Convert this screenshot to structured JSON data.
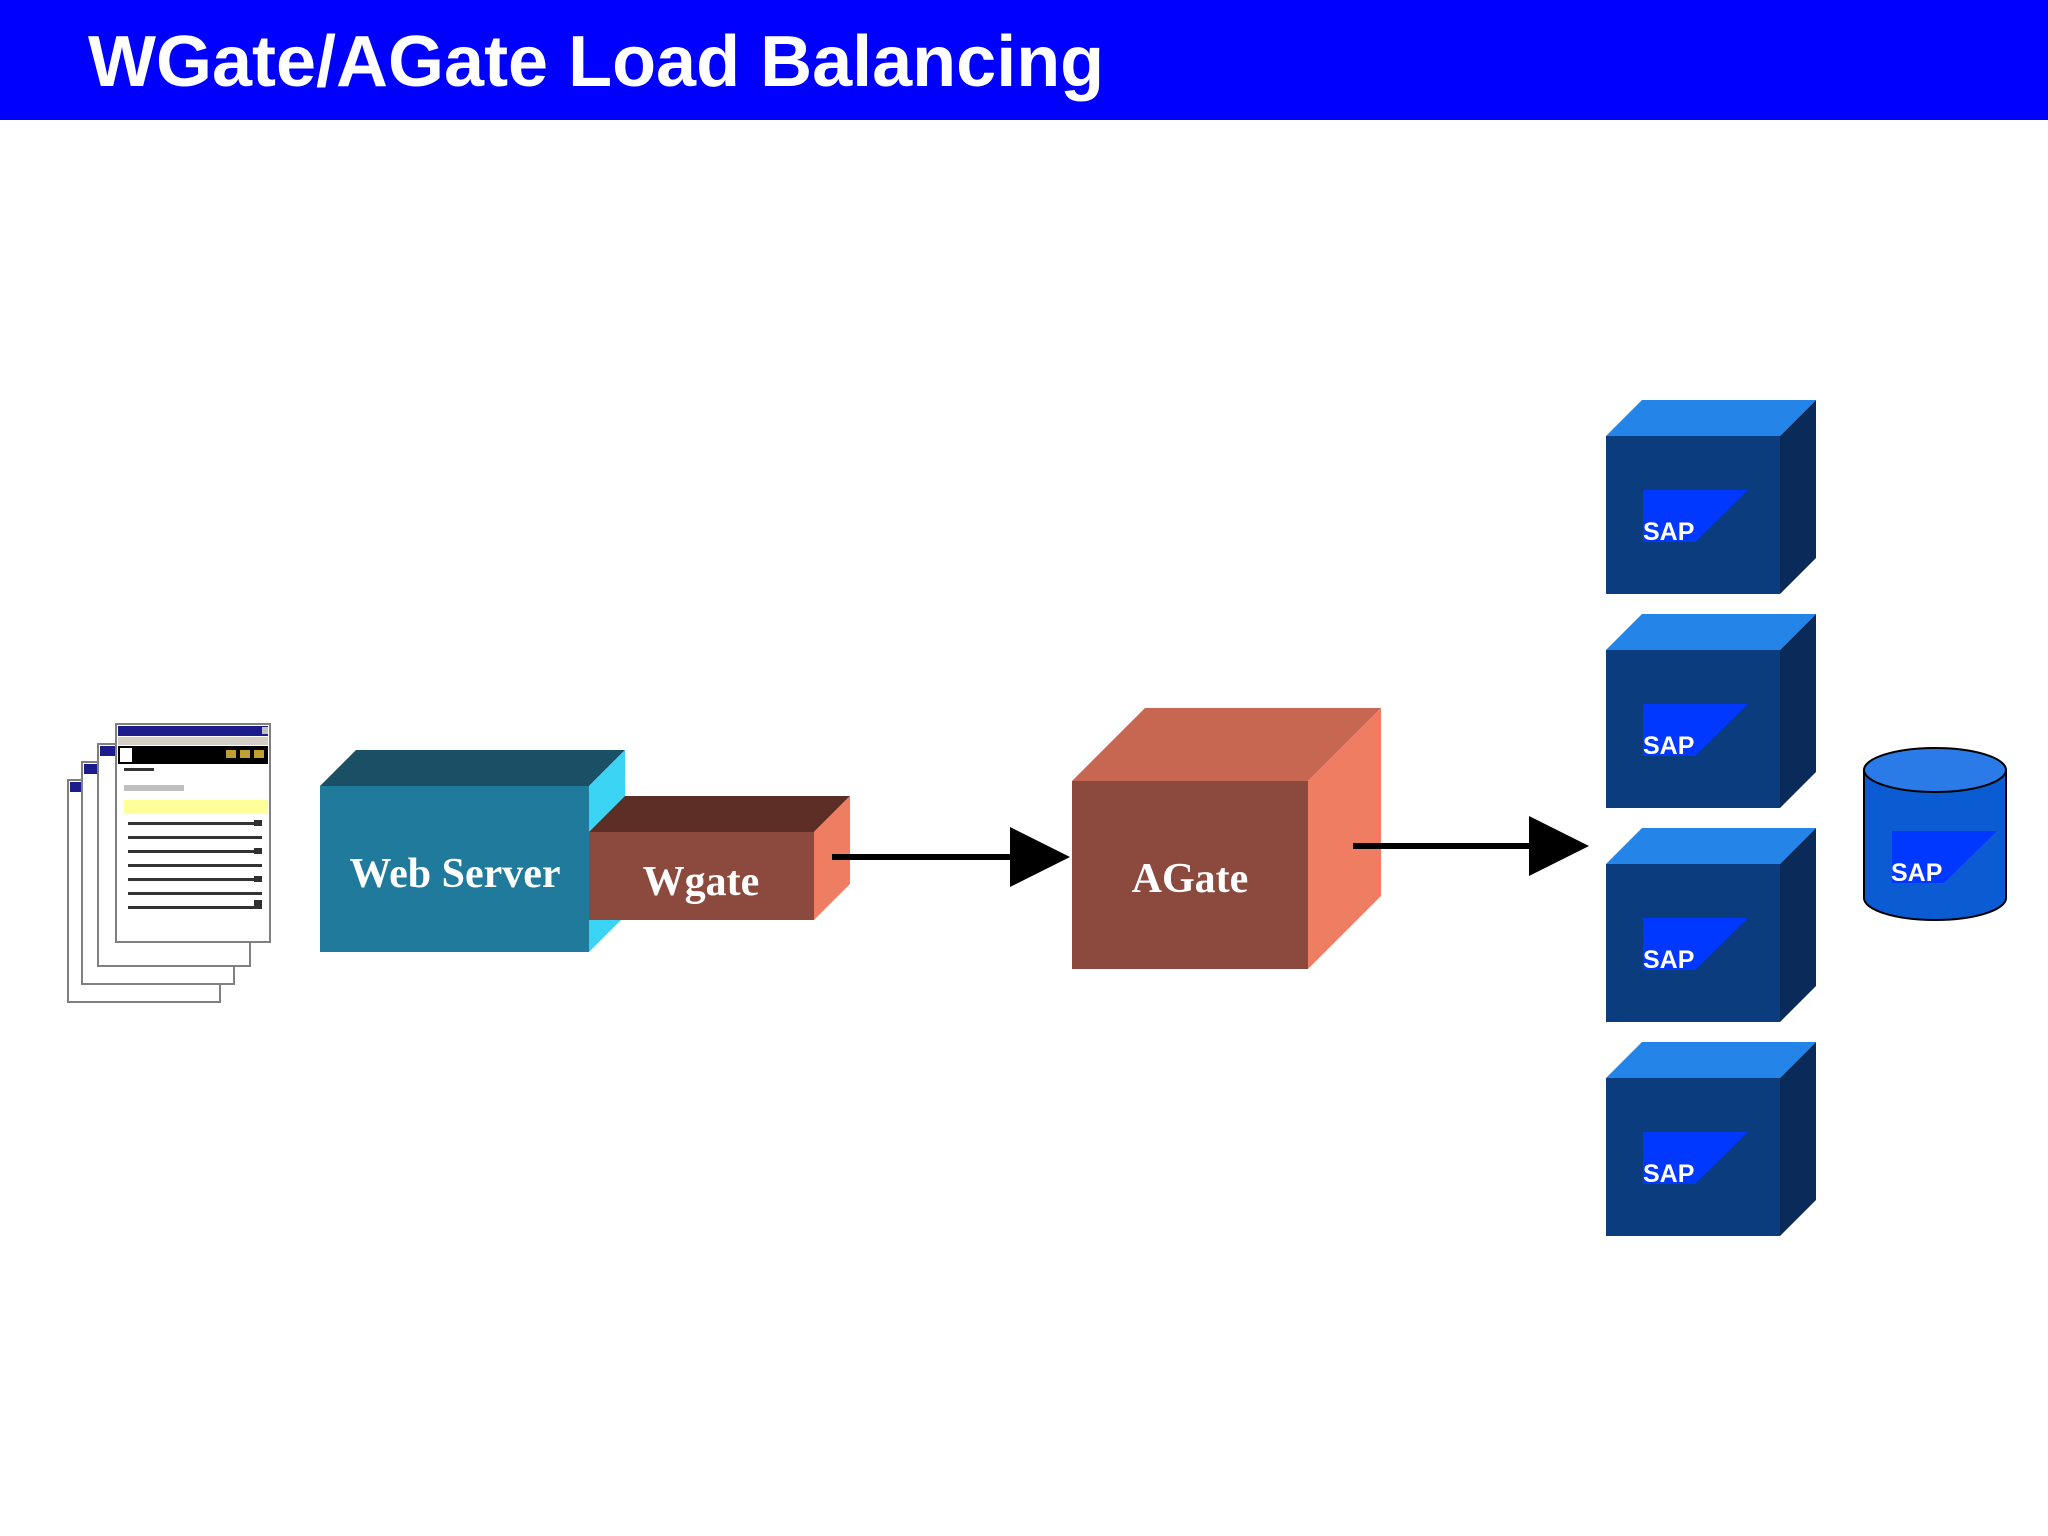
{
  "slide": {
    "title": "WGate/AGate Load Balancing"
  },
  "nodes": {
    "web_server": {
      "label": "Web Server"
    },
    "wgate": {
      "label": "Wgate"
    },
    "agate": {
      "label": "AGate"
    },
    "sap_servers": [
      {
        "label": "SAP"
      },
      {
        "label": "SAP"
      },
      {
        "label": "SAP"
      },
      {
        "label": "SAP"
      }
    ],
    "sap_database": {
      "label": "SAP"
    }
  },
  "colors": {
    "title_bar": "#0000ff",
    "web_server": "#207a9c",
    "wgate": "#8c4a3e",
    "agate": "#8c4a3e",
    "sap_box": "#0b3c7e",
    "sap_db": "#0b5bd3"
  },
  "icons": {
    "browser_pages": "browser-window-stack-icon"
  }
}
